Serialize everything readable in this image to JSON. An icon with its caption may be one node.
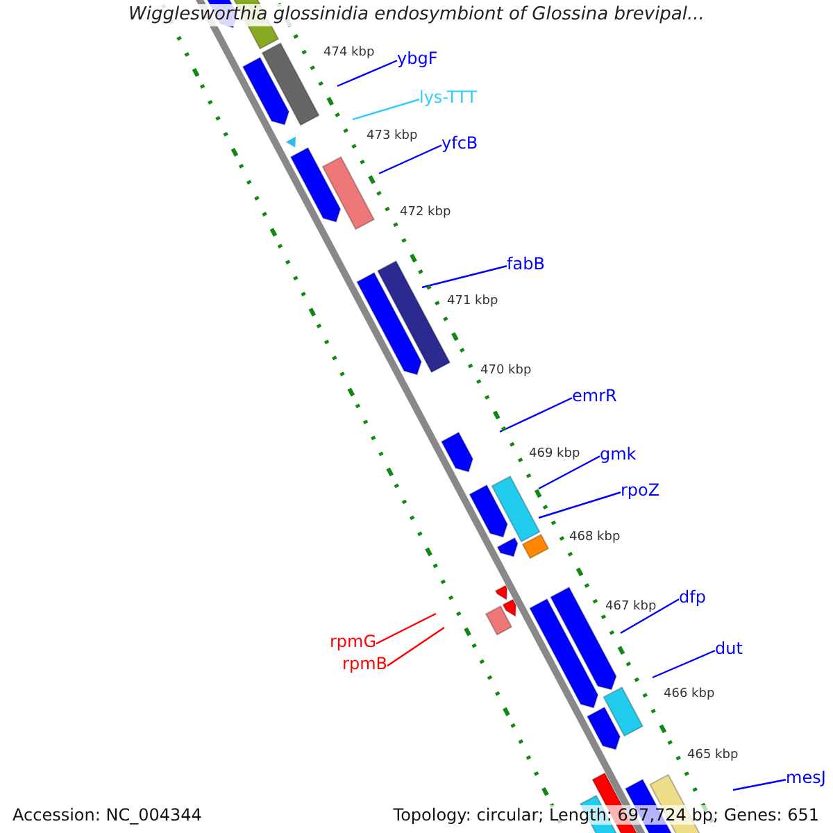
{
  "diagram": {
    "title": "Wigglesworthia glossinidia endosymbiont of Glossina brevipal...",
    "nodes": [
      {
        "text": [
          "ybgF"
        ]
      },
      {
        "text": [
          "lys-TTT"
        ]
      },
      {
        "text": [
          "yfcB"
        ]
      },
      {
        "text": [
          "fabB"
        ]
      },
      {
        "text": [
          "emrR"
        ]
      },
      {
        "text": [
          "gmk"
        ]
      },
      {
        "text": [
          "rpoZ"
        ]
      },
      {
        "text": [
          "rpmG"
        ]
      },
      {
        "text": [
          "rpmB"
        ]
      },
      {
        "text": [
          "dfp"
        ]
      },
      {
        "text": [
          "dut"
        ]
      },
      {
        "text": [
          "mesJ"
        ]
      }
    ],
    "edges": [
      {
        "from": 0,
        "to": null,
        "arrow": "none"
      },
      {
        "from": 1,
        "to": null,
        "arrow": "none",
        "color": "#33ccff"
      },
      {
        "from": 2,
        "to": null,
        "arrow": "none"
      },
      {
        "from": 3,
        "to": null,
        "arrow": "none"
      },
      {
        "from": 4,
        "to": null,
        "arrow": "none"
      },
      {
        "from": 5,
        "to": null,
        "arrow": "none"
      },
      {
        "from": 6,
        "to": null,
        "arrow": "none"
      },
      {
        "from": 7,
        "to": null,
        "arrow": "none",
        "color": "#ff0000"
      },
      {
        "from": 8,
        "to": null,
        "arrow": "none",
        "color": "#ff0000"
      },
      {
        "from": 9,
        "to": null,
        "arrow": "none"
      },
      {
        "from": 10,
        "to": null,
        "arrow": "none"
      },
      {
        "from": 11,
        "to": null,
        "arrow": "none"
      }
    ],
    "labels": [
      "474 kbp",
      "473 kbp",
      "472 kbp",
      "471 kbp",
      "470 kbp",
      "469 kbp",
      "468 kbp",
      "467 kbp",
      "466 kbp",
      "465 kbp",
      "Accession: NC_004344",
      "Topology: circular; Length: 697,724 bp; Genes: 651"
    ]
  }
}
